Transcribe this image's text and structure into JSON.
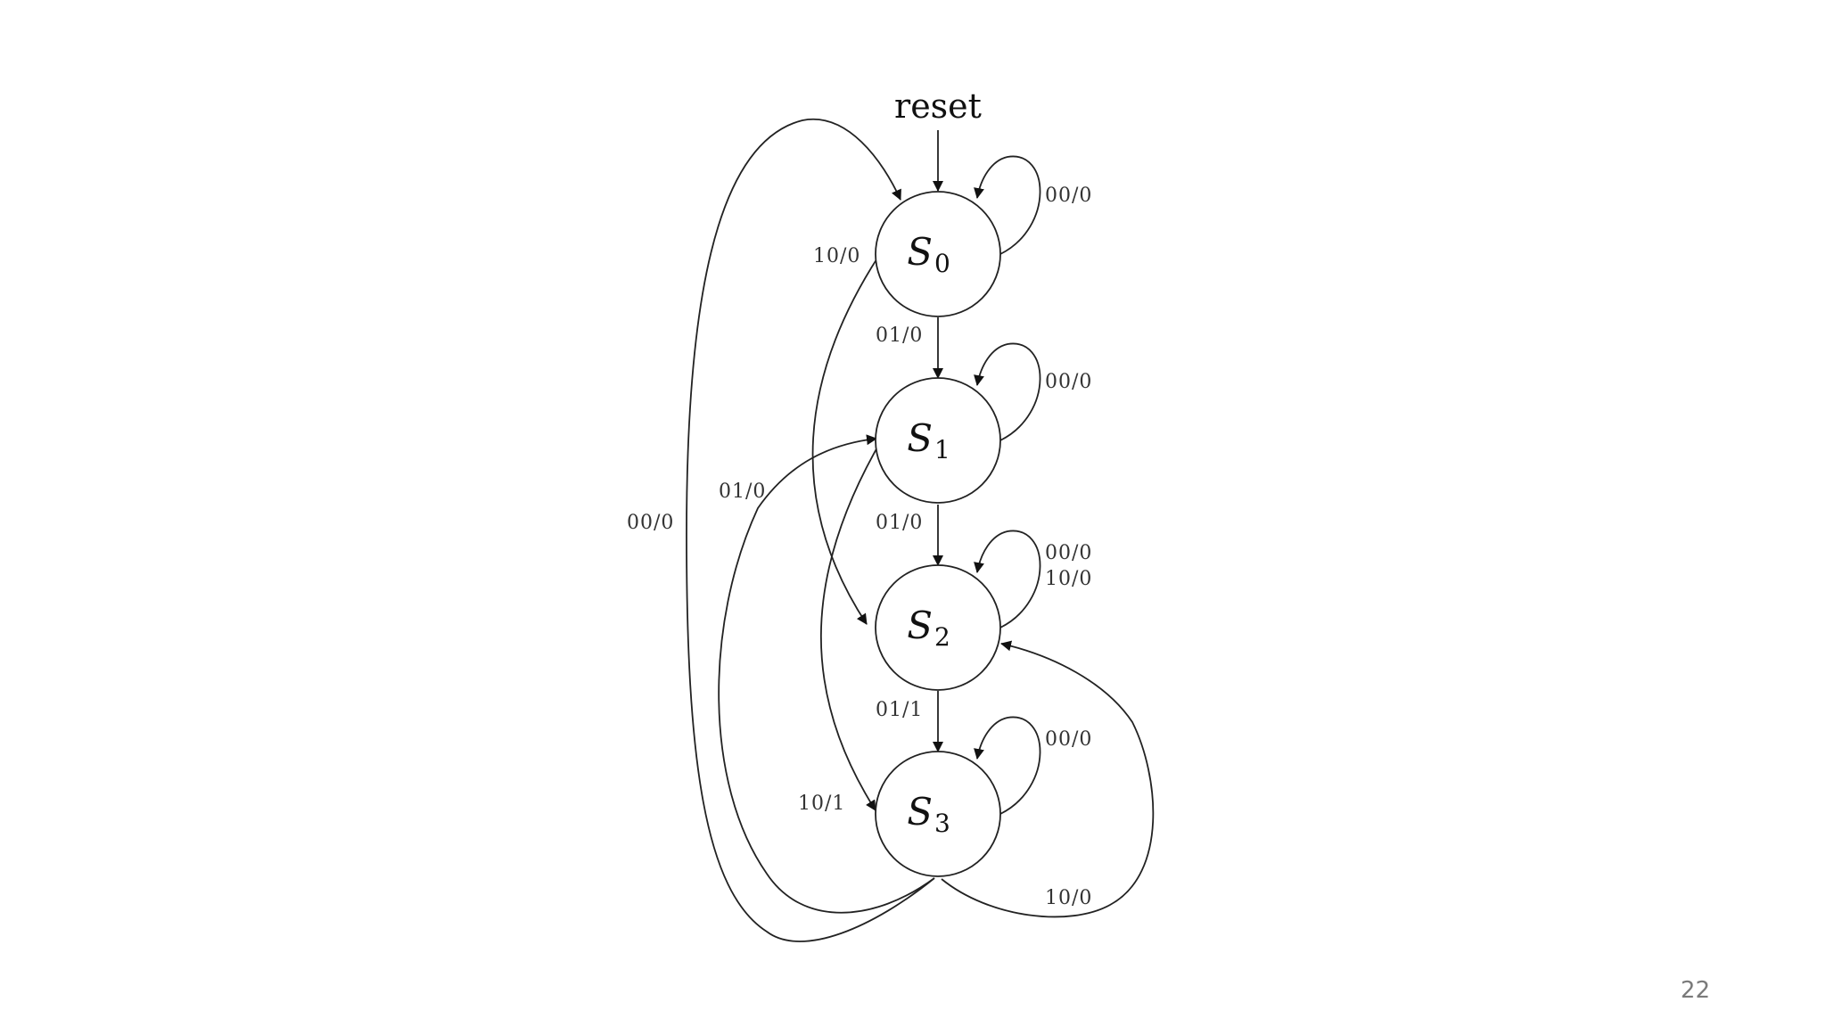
{
  "diagram": {
    "reset_label": "reset",
    "states": [
      {
        "letter": "S",
        "sub": "0"
      },
      {
        "letter": "S",
        "sub": "1"
      },
      {
        "letter": "S",
        "sub": "2"
      },
      {
        "letter": "S",
        "sub": "3"
      }
    ],
    "edges": {
      "s0_self": "00/0",
      "s0_s1": "01/0",
      "s0_s2": "10/0",
      "s1_self": "00/0",
      "s1_s2": "01/0",
      "s1_s3": "01/0",
      "s2_self_a": "00/0",
      "s2_self_b": "10/0",
      "s2_s3": "01/1",
      "s3_self": "00/0",
      "s3_s1": "10/1",
      "s3_s0": "00/0",
      "s3_s2": "10/0"
    }
  },
  "footer": {
    "page_number": "22"
  }
}
